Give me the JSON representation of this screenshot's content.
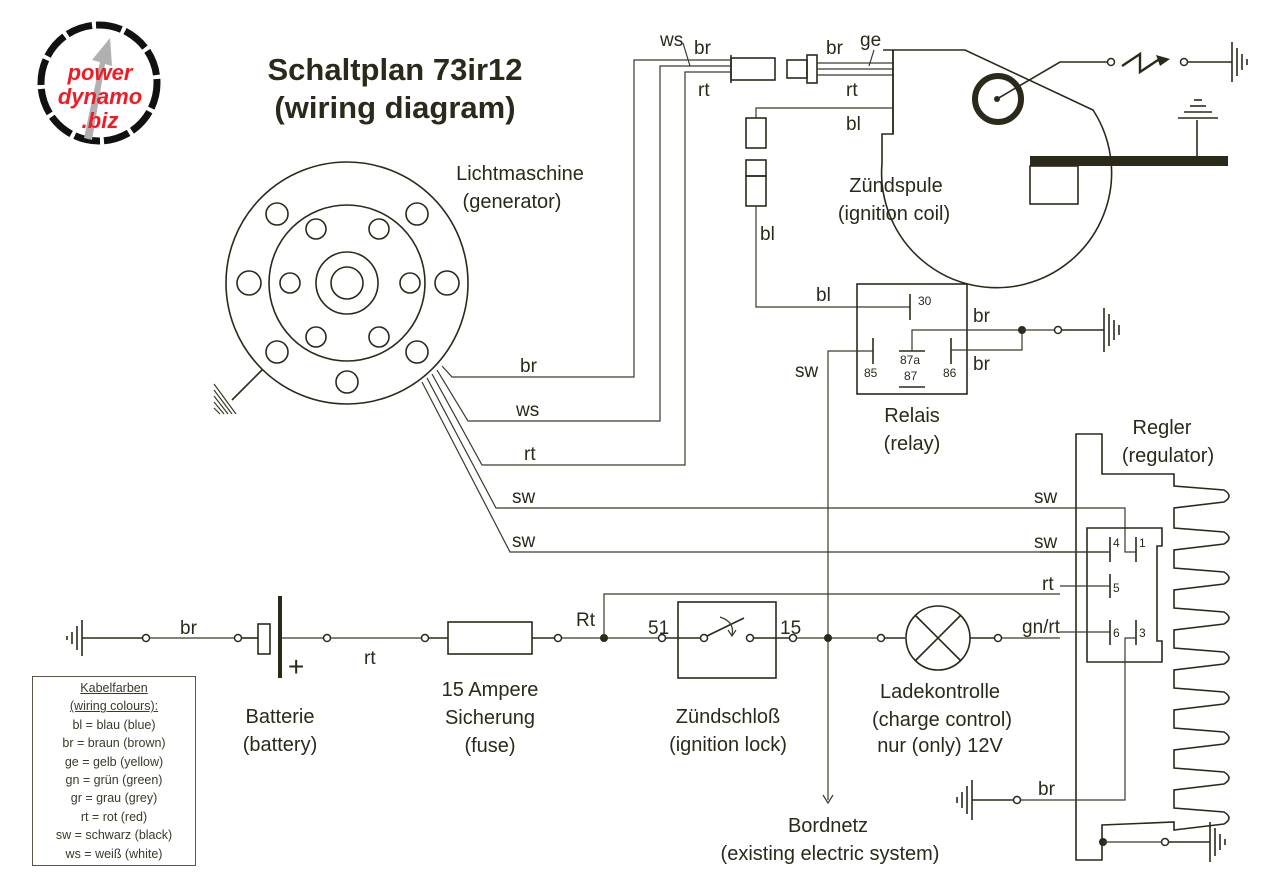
{
  "logo": {
    "line1": "power",
    "line2": "dynamo",
    "line3": ".biz"
  },
  "title": {
    "line1": "Schaltplan 73ir12",
    "line2": "(wiring diagram)"
  },
  "components": {
    "generator": {
      "de": "Lichtmaschine",
      "en": "(generator)"
    },
    "ignition_coil": {
      "de": "Zündspule",
      "en": "(ignition coil)"
    },
    "relay": {
      "de": "Relais",
      "en": "(relay)",
      "pins": {
        "p30": "30",
        "p85": "85",
        "p86": "86",
        "p87a": "87a",
        "p87": "87"
      }
    },
    "regulator": {
      "de": "Regler",
      "en": "(regulator)",
      "pins": {
        "p1": "1",
        "p3": "3",
        "p4": "4",
        "p5": "5",
        "p6": "6"
      }
    },
    "battery": {
      "de": "Batterie",
      "en": "(battery)",
      "plus": "+"
    },
    "fuse": {
      "line1": "15 Ampere",
      "line2": "Sicherung",
      "line3": "(fuse)"
    },
    "ignition_lock": {
      "de": "Zündschloß",
      "en": "(ignition lock)",
      "pin_in": "51",
      "pin_out": "15"
    },
    "charge_control": {
      "de": "Ladekontrolle",
      "en": "(charge control)",
      "note": "nur (only) 12V"
    },
    "bordnetz": {
      "de": "Bordnetz",
      "en": "(existing electric system)"
    }
  },
  "wires": {
    "gen_br": "br",
    "gen_ws": "ws",
    "gen_rt": "rt",
    "gen_sw1": "sw",
    "gen_sw2": "sw",
    "plug_ws": "ws",
    "plug_br": "br",
    "plug_rt": "rt",
    "coil_br": "br",
    "coil_ge": "ge",
    "coil_rt": "rt",
    "coil_bl": "bl",
    "bl_down": "bl",
    "relay_bl": "bl",
    "relay_sw": "sw",
    "relay_br1": "br",
    "relay_br2": "br",
    "reg_sw1": "sw",
    "reg_sw2": "sw",
    "reg_rt": "rt",
    "reg_gnrt": "gn/rt",
    "reg_br": "br",
    "bat_br": "br",
    "bat_rt": "rt",
    "junction_rt": "Rt"
  },
  "legend": {
    "title": "Kabelfarben",
    "subtitle": "(wiring colours):",
    "items": [
      "bl = blau (blue)",
      "br = braun (brown)",
      "ge = gelb (yellow)",
      "gn = grün (green)",
      "gr = grau (grey)",
      "rt = rot (red)",
      "sw = schwarz (black)",
      "ws = weiß (white)"
    ]
  },
  "colors": {
    "ink": "#2b2a1a",
    "logo_red": "#ee1c25",
    "background": "#ffffff"
  }
}
